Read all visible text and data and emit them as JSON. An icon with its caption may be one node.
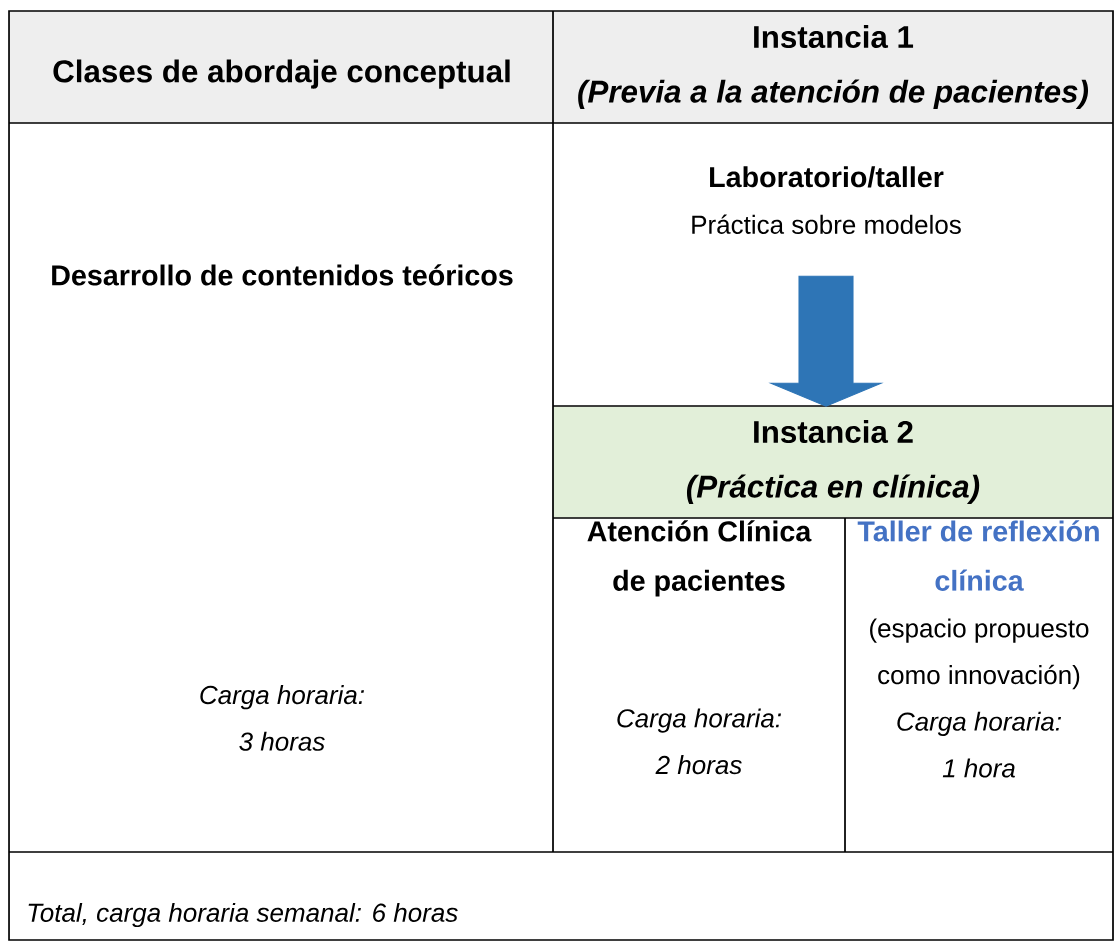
{
  "diagram": {
    "nodes": [
      {
        "text": [
          "Clases de abordaje conceptual"
        ]
      },
      {
        "text": [
          "Instancia 1",
          "(Previa a la atención de pacientes)"
        ]
      },
      {
        "text": [
          "Desarrollo de contenidos teóricos",
          "Carga horaria: 3 horas"
        ]
      },
      {
        "text": [
          "Laboratorio/taller",
          "Práctica sobre modelos"
        ]
      },
      {
        "text": [
          "Instancia 2",
          "(Práctica en clínica)"
        ]
      },
      {
        "text": [
          "Atención Clínica de pacientes",
          "Carga horaria: 2 horas"
        ]
      },
      {
        "text": [
          "Taller de reflexión clínica",
          "(espacio propuesto como innovación)",
          "Carga horaria: 1 hora"
        ]
      },
      {
        "text": [
          "Total, carga horaria semanal: 6 horas"
        ]
      }
    ],
    "edges": [
      {
        "from": 3,
        "to": 4,
        "arrow": "to",
        "style": "thick",
        "color": "#2e75b6"
      }
    ]
  }
}
